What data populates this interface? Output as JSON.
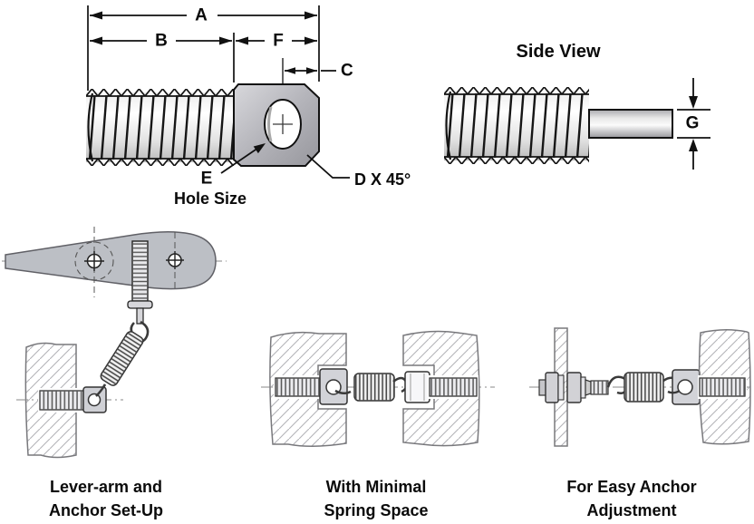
{
  "front_view": {
    "dims": {
      "a": "A",
      "b": "B",
      "c": "C",
      "f": "F"
    },
    "hole_label": "E",
    "hole_sublabel": "Hole Size",
    "chamfer_label": "D X 45°"
  },
  "side_view": {
    "title": "Side View",
    "dim_g": "G"
  },
  "applications": [
    {
      "caption_line1": "Lever-arm and",
      "caption_line2": "Anchor Set-Up"
    },
    {
      "caption_line1": "With Minimal",
      "caption_line2": "Spring Space"
    },
    {
      "caption_line1": "For Easy Anchor",
      "caption_line2": "Adjustment"
    }
  ],
  "colors": {
    "line": "#111111",
    "metal_gray": "#b9bcc2",
    "head_gray": "#a8a8ae",
    "hatch_gray": "#b4b4b8",
    "background": "#ffffff"
  }
}
